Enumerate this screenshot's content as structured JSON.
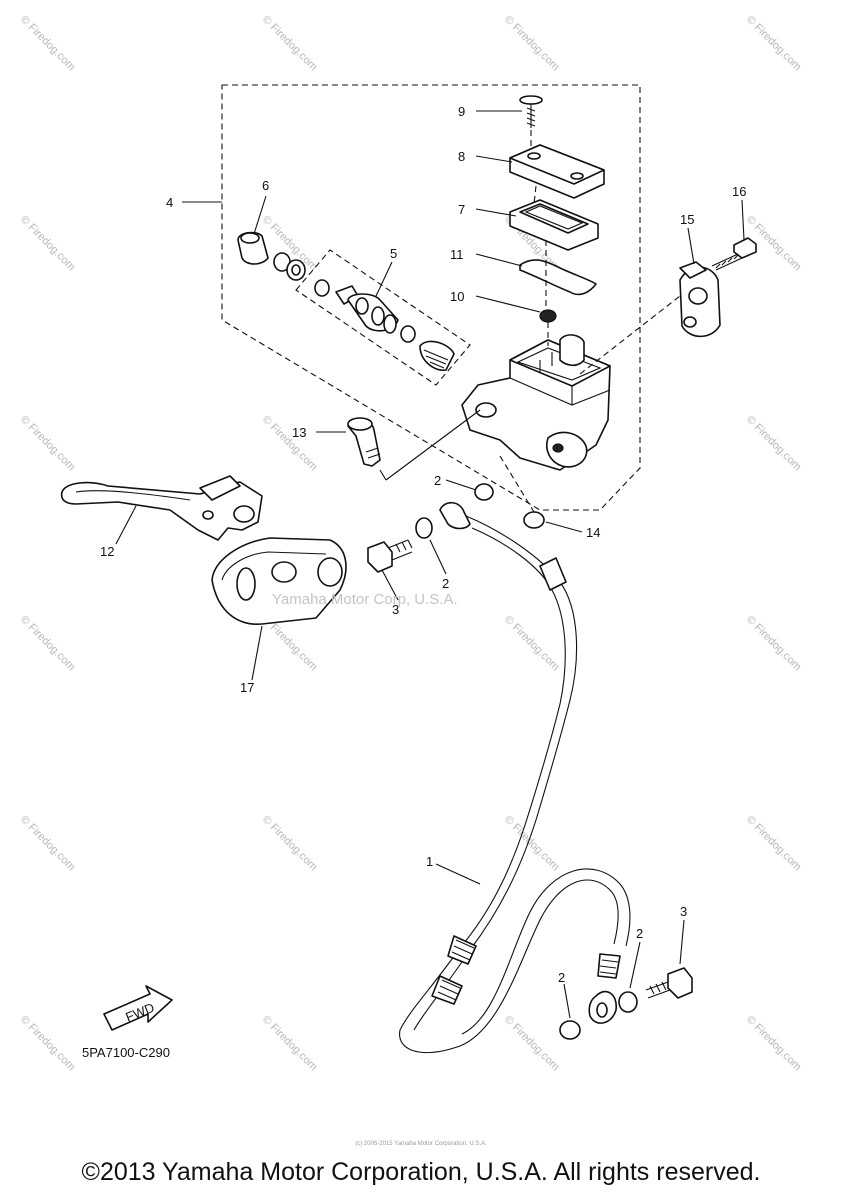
{
  "diagram": {
    "code": "5PA7100-C290",
    "fwd_label": "FWD",
    "center_watermark": "Yamaha Motor Corp, U.S.A.",
    "tiny_credit": "(c) 2005-2015 Yamaha Motor Corporation, U.S.A.",
    "watermark": "© Firedog.com",
    "copyright": "©2013 Yamaha Motor Corporation, U.S.A. All rights reserved.",
    "callouts": [
      {
        "id": "c9",
        "label": "9"
      },
      {
        "id": "c8",
        "label": "8"
      },
      {
        "id": "c7",
        "label": "7"
      },
      {
        "id": "c11",
        "label": "11"
      },
      {
        "id": "c10",
        "label": "10"
      },
      {
        "id": "c4",
        "label": "4"
      },
      {
        "id": "c6",
        "label": "6"
      },
      {
        "id": "c5",
        "label": "5"
      },
      {
        "id": "c16",
        "label": "16"
      },
      {
        "id": "c15",
        "label": "15"
      },
      {
        "id": "c13",
        "label": "13"
      },
      {
        "id": "c2a",
        "label": "2"
      },
      {
        "id": "c14",
        "label": "14"
      },
      {
        "id": "c12",
        "label": "12"
      },
      {
        "id": "c3a",
        "label": "3"
      },
      {
        "id": "c2b",
        "label": "2"
      },
      {
        "id": "c17",
        "label": "17"
      },
      {
        "id": "c1",
        "label": "1"
      },
      {
        "id": "c3b",
        "label": "3"
      },
      {
        "id": "c2c",
        "label": "2"
      },
      {
        "id": "c2d",
        "label": "2"
      }
    ]
  }
}
